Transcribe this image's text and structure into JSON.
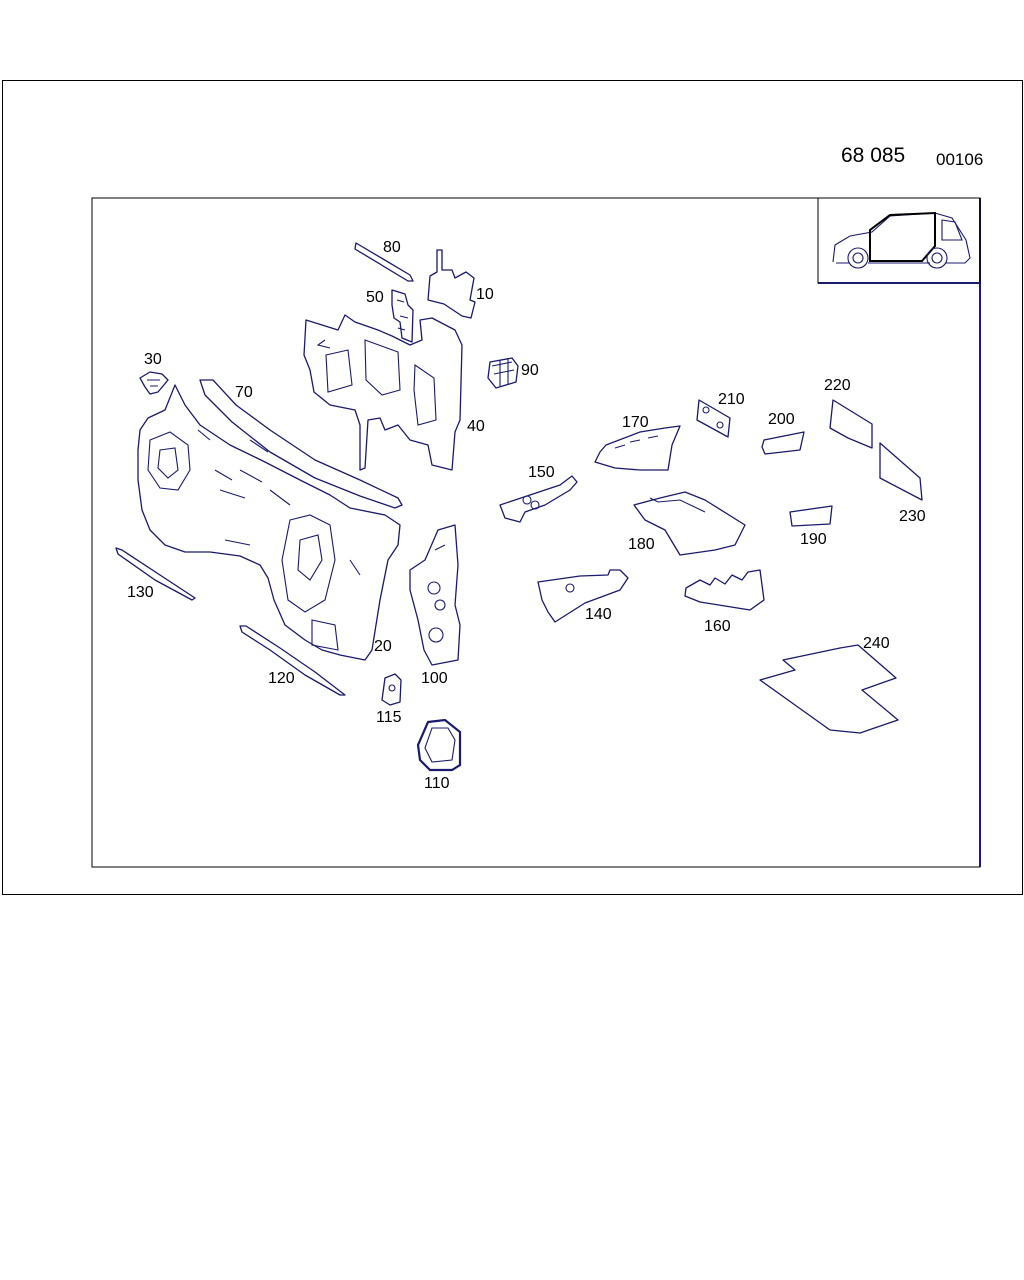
{
  "header": {
    "diagram_number": "68 085",
    "diagram_code": "00106"
  },
  "parts": [
    {
      "id": "p10",
      "label": "10"
    },
    {
      "id": "p20",
      "label": "20"
    },
    {
      "id": "p30",
      "label": "30"
    },
    {
      "id": "p40",
      "label": "40"
    },
    {
      "id": "p50",
      "label": "50"
    },
    {
      "id": "p70",
      "label": "70"
    },
    {
      "id": "p80",
      "label": "80"
    },
    {
      "id": "p90",
      "label": "90"
    },
    {
      "id": "p100",
      "label": "100"
    },
    {
      "id": "p110",
      "label": "110"
    },
    {
      "id": "p115",
      "label": "115"
    },
    {
      "id": "p120",
      "label": "120"
    },
    {
      "id": "p130",
      "label": "130"
    },
    {
      "id": "p140",
      "label": "140"
    },
    {
      "id": "p150",
      "label": "150"
    },
    {
      "id": "p160",
      "label": "160"
    },
    {
      "id": "p170",
      "label": "170"
    },
    {
      "id": "p180",
      "label": "180"
    },
    {
      "id": "p190",
      "label": "190"
    },
    {
      "id": "p200",
      "label": "200"
    },
    {
      "id": "p210",
      "label": "210"
    },
    {
      "id": "p220",
      "label": "220"
    },
    {
      "id": "p230",
      "label": "230"
    },
    {
      "id": "p240",
      "label": "240"
    }
  ],
  "colors": {
    "line": "#1a1a6e",
    "frame": "#000000",
    "inset_border": "#1a1a6e"
  }
}
